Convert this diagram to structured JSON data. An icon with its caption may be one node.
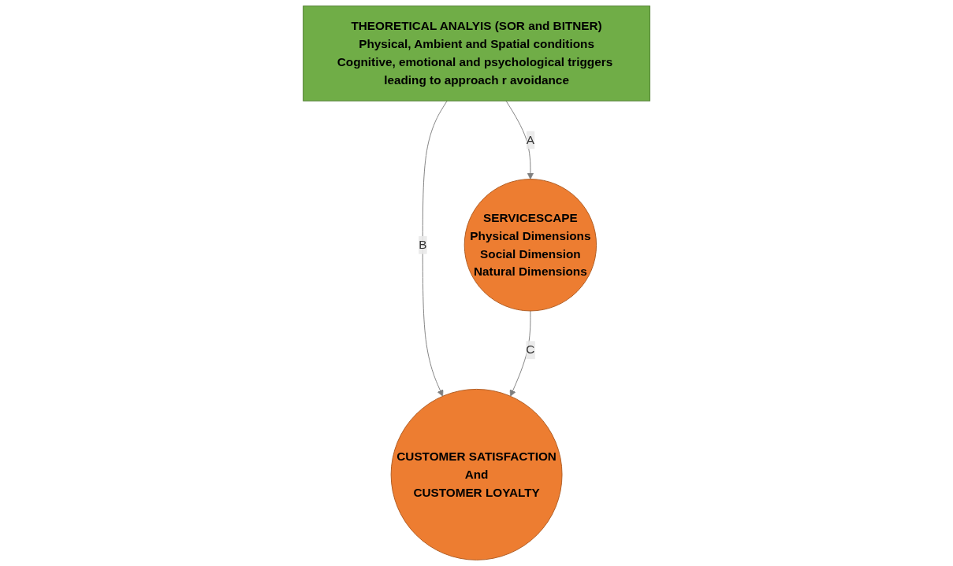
{
  "diagram": {
    "nodes": [
      {
        "text": [
          "THEORETICAL ANALYIS (SOR and BITNER)",
          "Physical, Ambient and Spatial conditions",
          "Cognitive, emotional and psychological triggers leading to approach r avoidance"
        ]
      },
      {
        "text": [
          "SERVICESCAPE",
          "Physical Dimensions",
          "Social Dimension",
          "Natural Dimensions"
        ]
      },
      {
        "text": [
          "CUSTOMER SATISFACTION",
          "And",
          "CUSTOMER LOYALTY"
        ]
      }
    ],
    "edges": [
      {
        "from": 0,
        "to": 1,
        "arrow": "to",
        "label": "A"
      },
      {
        "from": 0,
        "to": 2,
        "arrow": "to",
        "label": "B"
      },
      {
        "from": 1,
        "to": 2,
        "arrow": "to",
        "label": "C"
      }
    ]
  }
}
